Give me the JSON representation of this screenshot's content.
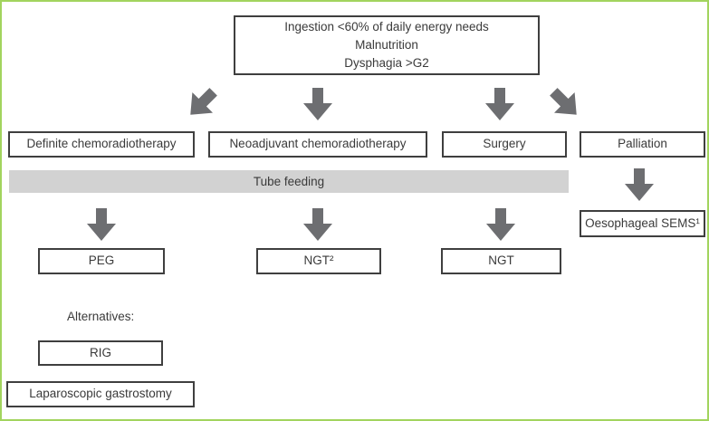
{
  "flow": {
    "top_box": {
      "lines": [
        "Ingestion <60% of daily energy needs",
        "Malnutrition",
        "Dysphagia >G2"
      ]
    },
    "treatments": [
      "Definite chemoradiotherapy",
      "Neoadjuvant chemoradiotherapy",
      "Surgery",
      "Palliation"
    ],
    "tube_feeding_label": "Tube feeding",
    "outcomes": [
      "PEG",
      "NGT²",
      "NGT"
    ],
    "palliation_outcome": "Oesophageal SEMS¹",
    "alternatives_label": "Alternatives:",
    "alternatives": [
      "RIG",
      "Laparoscopic gastrostomy"
    ],
    "icons": {
      "arrow_down": "arrow-down-icon",
      "arrow_down_left": "arrow-down-left-icon",
      "arrow_down_right": "arrow-down-right-icon"
    },
    "colors": {
      "arrow": "#6d6e71",
      "box_border": "#3f3f3f",
      "tube_bar_bg": "#d2d2d2",
      "frame_border": "#a2d45e",
      "text": "#3a3a3a"
    }
  }
}
